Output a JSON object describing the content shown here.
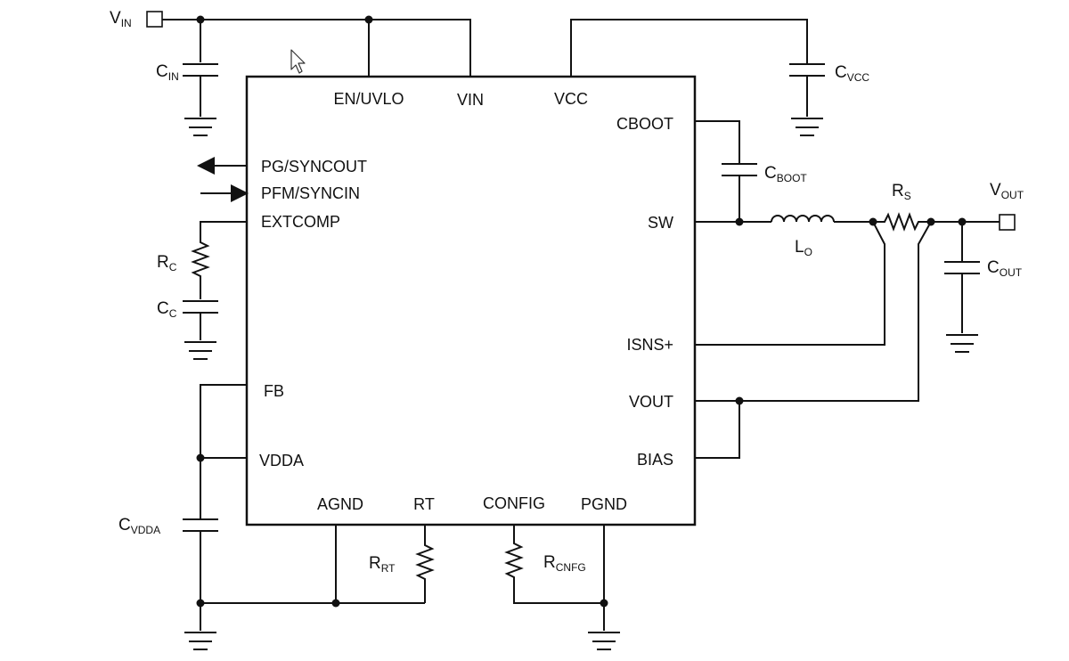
{
  "ic": {
    "pins": {
      "en_uvlo": "EN/UVLO",
      "vin": "VIN",
      "vcc": "VCC",
      "cboot": "CBOOT",
      "pg_syncout": "PG/SYNCOUT",
      "pfm_syncin": "PFM/SYNCIN",
      "extcomp": "EXTCOMP",
      "sw": "SW",
      "isns_plus": "ISNS+",
      "fb": "FB",
      "vout": "VOUT",
      "vdda": "VDDA",
      "bias": "BIAS",
      "agnd": "AGND",
      "rt": "RT",
      "config": "CONFIG",
      "pgnd": "PGND"
    }
  },
  "components": {
    "vin": {
      "main": "V",
      "sub": "IN"
    },
    "cin": {
      "main": "C",
      "sub": "IN"
    },
    "cvcc": {
      "main": "C",
      "sub": "VCC"
    },
    "cboot": {
      "main": "C",
      "sub": "BOOT"
    },
    "rs": {
      "main": "R",
      "sub": "S"
    },
    "vout": {
      "main": "V",
      "sub": "OUT"
    },
    "lo": {
      "main": "L",
      "sub": "O"
    },
    "cout": {
      "main": "C",
      "sub": "OUT"
    },
    "rc": {
      "main": "R",
      "sub": "C"
    },
    "cc": {
      "main": "C",
      "sub": "C"
    },
    "cvdda": {
      "main": "C",
      "sub": "VDDA"
    },
    "rrt": {
      "main": "R",
      "sub": "RT"
    },
    "rcnfg": {
      "main": "R",
      "sub": "CNFG"
    }
  }
}
